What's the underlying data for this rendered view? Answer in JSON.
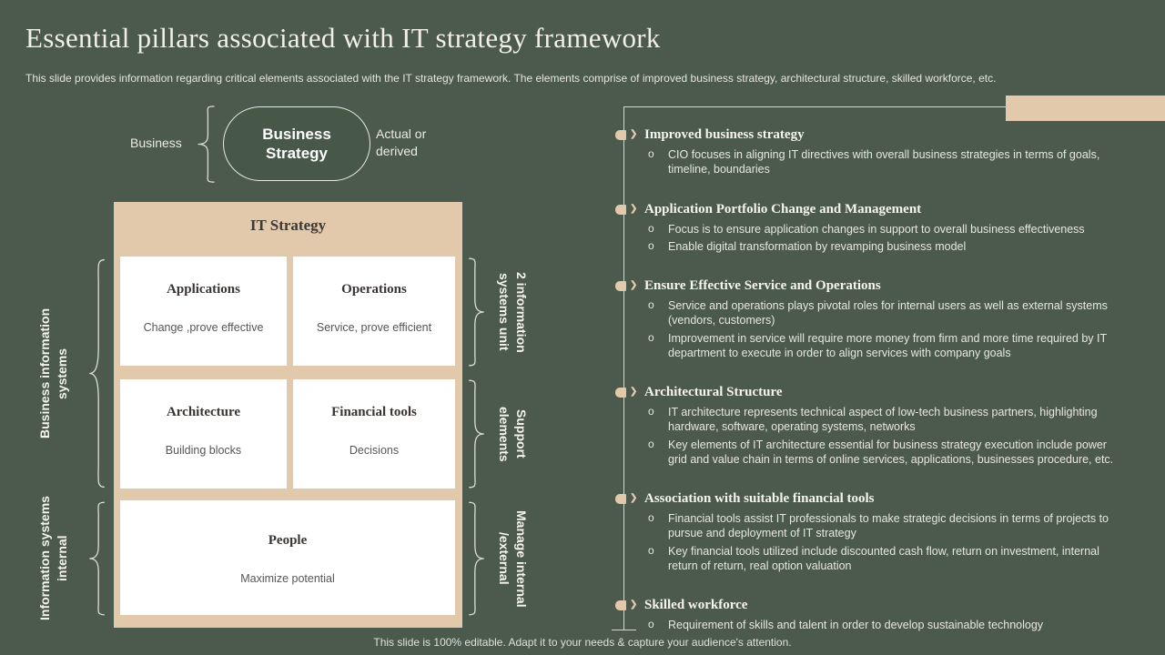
{
  "slide": {
    "title": "Essential pillars associated with IT strategy framework",
    "subtitle": "This slide provides information regarding critical elements associated with the IT strategy framework. The elements comprise of improved business strategy, architectural structure, skilled workforce, etc.",
    "footer": "This slide is 100% editable. Adapt it to your needs & capture your audience's attention."
  },
  "colors": {
    "background": "#4b5a4d",
    "accent_tan": "#e2c9ab",
    "card_white": "#ffffff",
    "connector_line": "#d3d7cd",
    "dark_text": "#3a3532"
  },
  "diagram": {
    "business_label": "Business",
    "pill_label": "Business Strategy",
    "actual_label": "Actual or derived",
    "container_title": "IT Strategy",
    "cards": [
      {
        "title": "Applications",
        "subtitle": "Change ,prove effective"
      },
      {
        "title": "Operations",
        "subtitle": "Service,  prove  efficient"
      },
      {
        "title": "Architecture",
        "subtitle": "Building blocks"
      },
      {
        "title": "Financial tools",
        "subtitle": "Decisions"
      },
      {
        "title": "People",
        "subtitle": "Maximize potential"
      }
    ],
    "left_labels": [
      "Business information systems",
      "Information systems internal"
    ],
    "right_labels": [
      "2 information systems unit",
      "Support elements",
      "Manage internal /external"
    ]
  },
  "right_panel": {
    "sections": [
      {
        "title": "Improved business strategy",
        "bullets": [
          "CIO focuses in aligning IT directives with overall business strategies in terms of goals, timeline, boundaries"
        ]
      },
      {
        "title": "Application Portfolio Change and Management",
        "bullets": [
          "Focus is to ensure application changes in support to overall business effectiveness",
          "Enable digital transformation by revamping business model"
        ]
      },
      {
        "title": "Ensure Effective Service and Operations",
        "bullets": [
          "Service and operations plays pivotal roles for internal users as well as external systems (vendors, customers)",
          "Improvement in service will require more money from firm and more time required by IT department to execute in order to align services with company goals"
        ]
      },
      {
        "title": "Architectural Structure",
        "bullets": [
          "IT architecture represents technical aspect of low-tech business partners, highlighting hardware, software, operating systems, networks",
          "Key elements of IT architecture essential for business strategy execution include power grid and value chain in terms of online services, applications, businesses procedure, etc."
        ]
      },
      {
        "title": "Association with suitable financial tools",
        "bullets": [
          "Financial tools assist IT professionals to make strategic decisions in terms of projects to pursue and deployment of IT strategy",
          "Key financial tools utilized include discounted cash flow, return on investment, internal return of return, real option valuation"
        ]
      },
      {
        "title": "Skilled workforce",
        "bullets": [
          "Requirement of skills and talent in order to develop sustainable technology"
        ]
      }
    ]
  }
}
